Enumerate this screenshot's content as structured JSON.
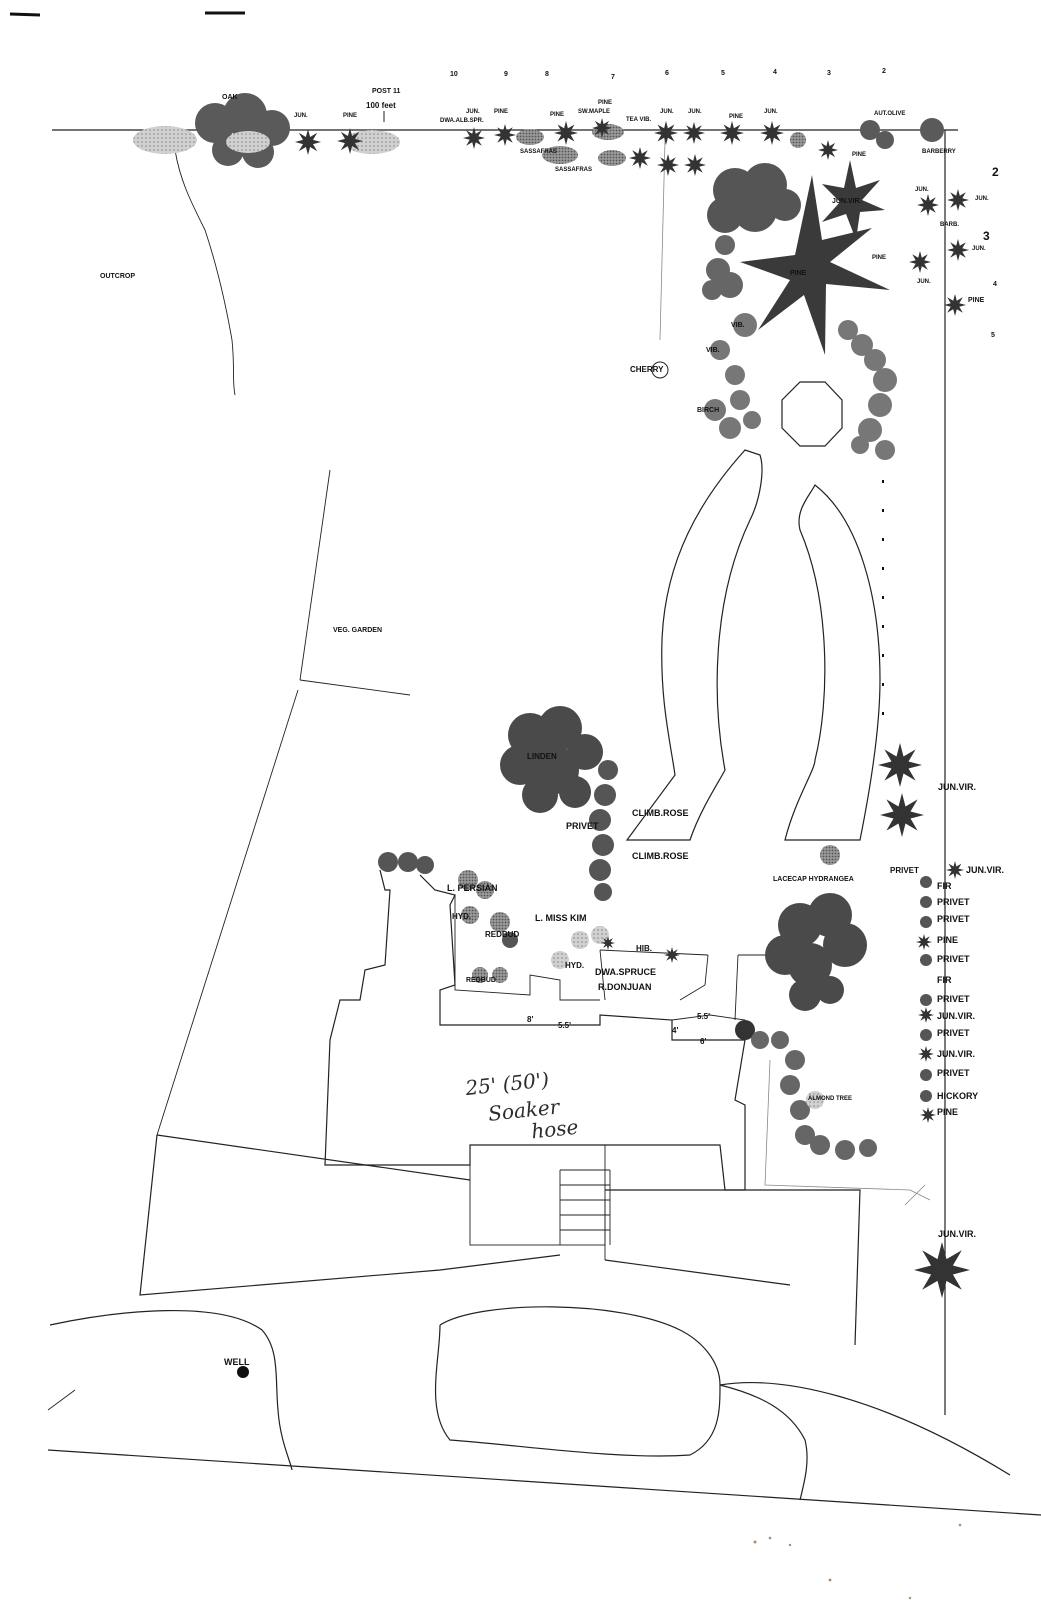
{
  "map": {
    "fence_numbers": [
      "10",
      "9",
      "8",
      "7",
      "6",
      "5",
      "4",
      "3",
      "2"
    ],
    "side_numbers": [
      "2",
      "3",
      "4",
      "5"
    ],
    "post": "POST 11",
    "distance": "100 feet",
    "areas": {
      "outcrop": "OUTCROP",
      "veg_garden": "VEG. GARDEN",
      "well": "WELL"
    },
    "top_labels": {
      "oak": "OAK",
      "jun1": "JUN.",
      "pine1": "PINE",
      "dwarf_spruce": "DWA.ALB.SPR.",
      "jun2": "JUN.",
      "pine2": "PINE",
      "pine3": "PINE",
      "sw_maple": "SW.MAPLE",
      "pine4": "PINE",
      "tea_vib": "TEA VIB.",
      "sassafras1": "SASSAFRAS",
      "sassafras2": "SASSAFRAS",
      "jun3": "JUN.",
      "jun4": "JUN.",
      "pine5": "PINE",
      "jun5": "JUN.",
      "aut_olive": "AUT.OLIVE"
    },
    "upper_right": {
      "barberry": "BARBERRY",
      "pine_small": "PINE",
      "jun_vir": "JUN.VIR.",
      "pine_big": "PINE",
      "pine_edge": "PINE",
      "vib1": "VIB.",
      "vib2": "VIB.",
      "cherry": "CHERRY",
      "birch": "BIRCH",
      "jun_a": "JUN.",
      "jun_b": "JUN.",
      "jun_c": "JUN.",
      "jun_d": "JUN.",
      "barb": "BARB.",
      "pine_side": "PINE"
    },
    "house_area": {
      "linden": "LINDEN",
      "privet": "PRIVET",
      "climb_rose1": "CLIMB.ROSE",
      "climb_rose2": "CLIMB.ROSE",
      "l_persian": "L. PERSIAN",
      "hyd": "HYD.",
      "l_miss_kim": "L. MISS KIM",
      "redbud1": "REDBUD",
      "redbud2": "REDBUD",
      "hib": "HIB.",
      "hyd2": "HYD.",
      "dwa_spruce": "DWA.SPRUCE",
      "r_donjuan": "R.DONJUAN",
      "lacecap": "LACECAP HYDRANGEA",
      "almond": "ALMOND TREE",
      "dim1": "8'",
      "dim2": "5.5'",
      "dim3": "5.5'",
      "dim4": "4'",
      "dim5": "6'"
    },
    "right_column": {
      "jun_vir1": "JUN.VIR.",
      "privet": "PRIVET",
      "jun_vir2": "JUN.VIR.",
      "items": [
        "FIR",
        "PRIVET",
        "PRIVET",
        "PINE",
        "PRIVET",
        "FIR",
        "PRIVET",
        "JUN.VIR.",
        "PRIVET",
        "JUN.VIR.",
        "PRIVET",
        "HICKORY",
        "PINE"
      ],
      "jun_vir3": "JUN.VIR."
    },
    "handwritten": [
      "25' (50')",
      "Soaker",
      "hose"
    ]
  }
}
